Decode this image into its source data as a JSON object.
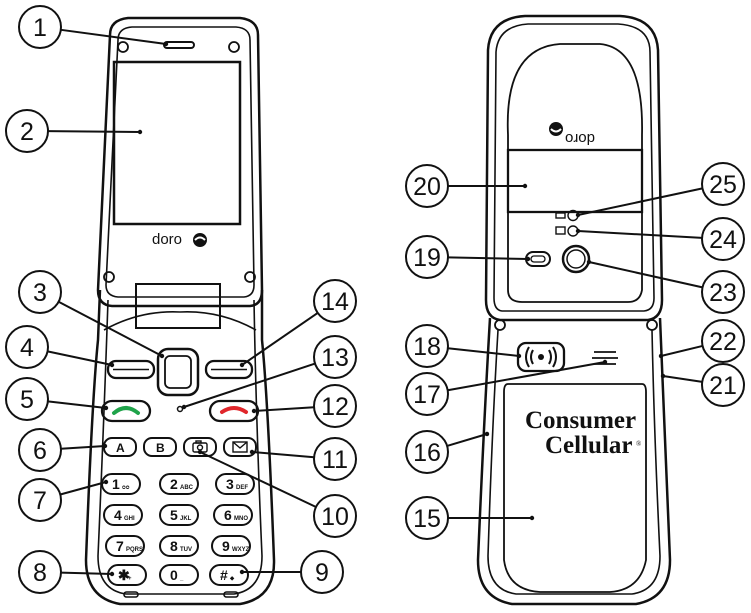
{
  "brand": {
    "front_logo": "doro",
    "back_logo": "doro",
    "carrier_line1": "Consumer",
    "carrier_line2": "Cellular",
    "carrier_mark": "®"
  },
  "keys": {
    "a": "A",
    "b": "B",
    "k1": {
      "main": "1",
      "sub": "ᴑᴑ"
    },
    "k2": {
      "main": "2",
      "sub": "ABC"
    },
    "k3": {
      "main": "3",
      "sub": "DEF"
    },
    "k4": {
      "main": "4",
      "sub": "GHI"
    },
    "k5": {
      "main": "5",
      "sub": "JKL"
    },
    "k6": {
      "main": "6",
      "sub": "MNO"
    },
    "k7": {
      "main": "7",
      "sub": "PQRS"
    },
    "k8": {
      "main": "8",
      "sub": "TUV"
    },
    "k9": {
      "main": "9",
      "sub": "WXYZ"
    },
    "kstar": {
      "main": "✱",
      "sub": "+"
    },
    "k0": {
      "main": "0",
      "sub": "_"
    },
    "khash": {
      "main": "#",
      "sub": "⬥"
    }
  },
  "icons": {
    "camera_key": "camera-icon",
    "message_key": "envelope-icon",
    "call_key": "handset-green-icon",
    "end_key": "handset-red-icon",
    "assist_key": "emergency-signal-icon"
  },
  "colors": {
    "call_green": "#1fa34a",
    "end_red": "#e0262b"
  },
  "callouts": [
    "1",
    "2",
    "3",
    "4",
    "5",
    "6",
    "7",
    "8",
    "9",
    "10",
    "11",
    "12",
    "13",
    "14",
    "15",
    "16",
    "17",
    "18",
    "19",
    "20",
    "21",
    "22",
    "23",
    "24",
    "25"
  ]
}
